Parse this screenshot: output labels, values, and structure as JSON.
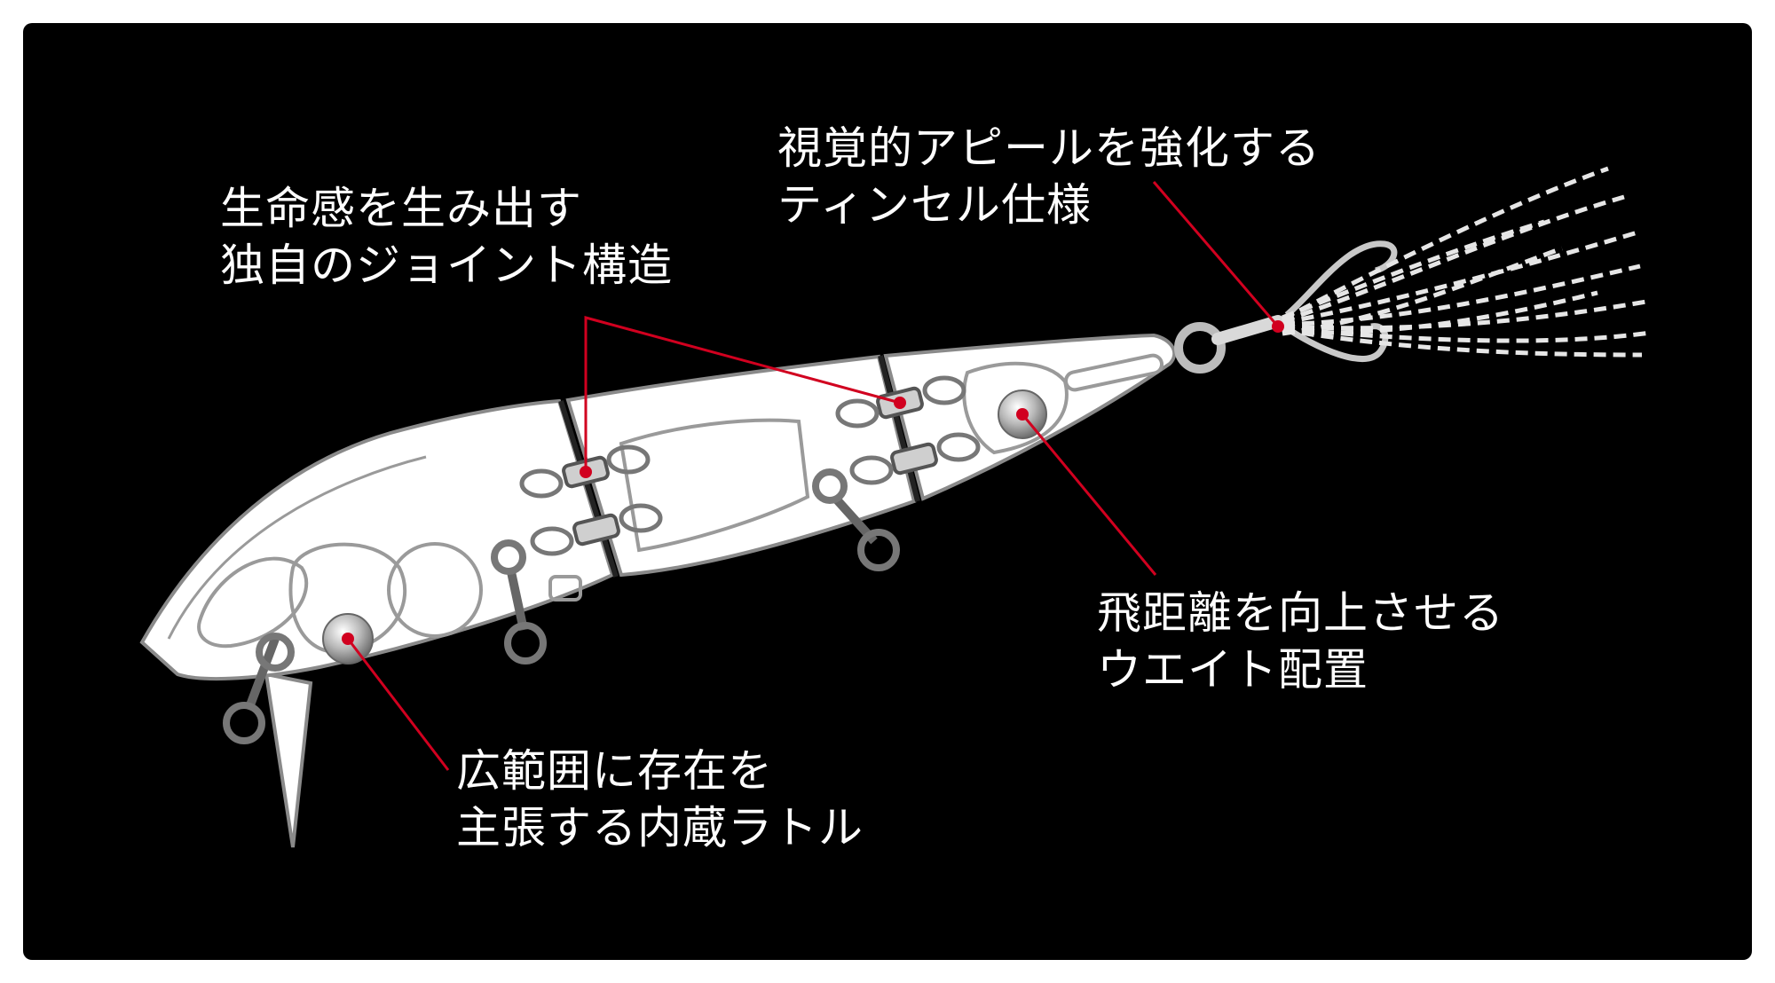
{
  "colors": {
    "background": "#000000",
    "lure_fill": "#ffffff",
    "lure_stroke": "#8a8a8a",
    "leader_line": "#d1001f",
    "text": "#ffffff"
  },
  "callouts": {
    "joint": {
      "line1": "生命感を生み出す",
      "line2": "独自のジョイント構造"
    },
    "tinsel": {
      "line1": "視覚的アピールを強化する",
      "line2": "ティンセル仕様"
    },
    "weight": {
      "line1": "飛距離を向上させる",
      "line2": "ウエイト配置"
    },
    "rattle": {
      "line1": "広範囲に存在を",
      "line2": "主張する内蔵ラトル"
    }
  }
}
